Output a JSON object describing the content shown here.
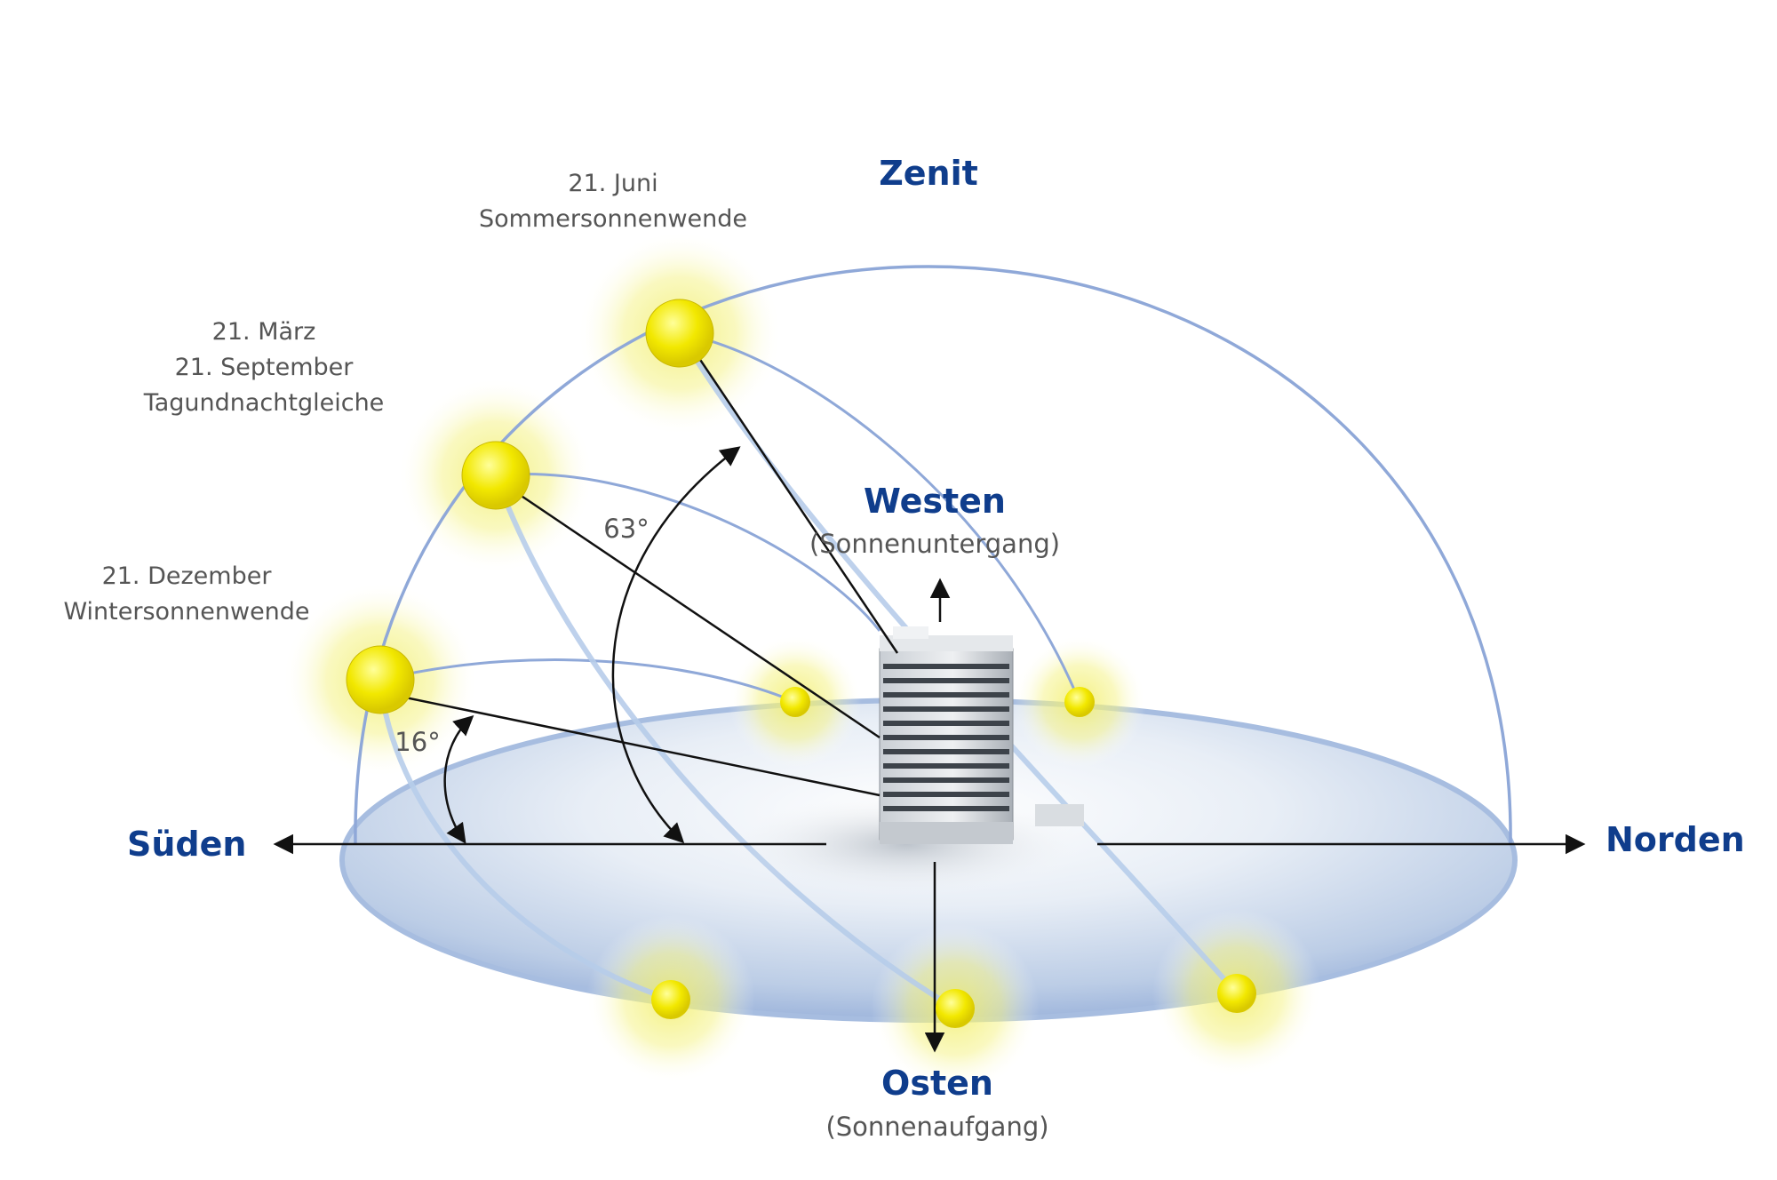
{
  "labels": {
    "zenith": "Zenit",
    "west": "Westen",
    "west_sub": "(Sonnenuntergang)",
    "east": "Osten",
    "east_sub": "(Sonnenaufgang)",
    "south": "Süden",
    "north": "Norden"
  },
  "seasons": {
    "summer": {
      "date": "21. Juni",
      "name": "Sommersonnenwende"
    },
    "equinox": {
      "date1": "21. März",
      "date2": "21. September",
      "name": "Tagundnachtgleiche"
    },
    "winter": {
      "date": "21. Dezember",
      "name": "Wintersonnenwende"
    }
  },
  "angles": {
    "summer": "63°",
    "winter": "16°"
  },
  "colors": {
    "label_blue": "#0f3d8c",
    "text_grey": "#555555",
    "sun_yellow": "#f4e400",
    "arc_blue": "#8fa8d8",
    "ground_blue": "#b9cbe4"
  }
}
